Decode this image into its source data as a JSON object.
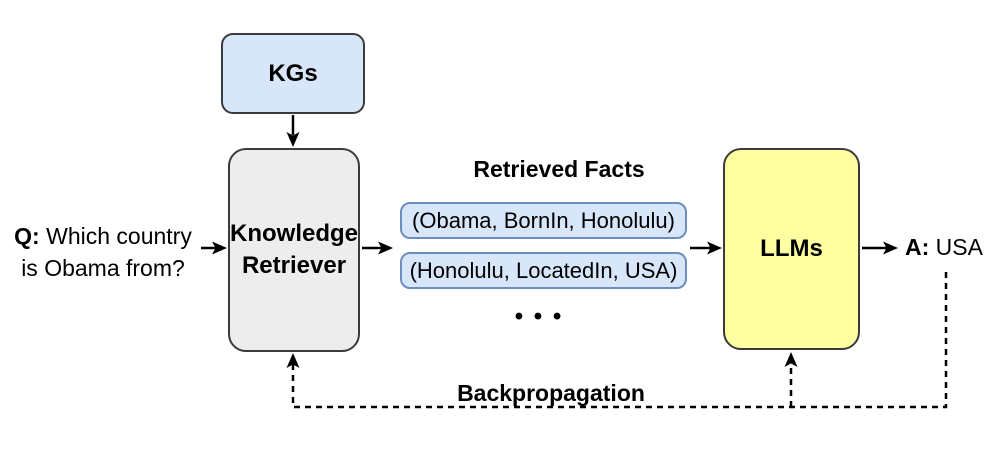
{
  "figure": {
    "question": {
      "prefix": "Q:",
      "line1_rest": "Which country",
      "line2": "is Obama from?"
    },
    "nodes": {
      "kgs": {
        "label": "KGs"
      },
      "retriever": {
        "line1": "Knowledge",
        "line2": "Retriever"
      },
      "llms": {
        "label": "LLMs"
      }
    },
    "facts": {
      "title": "Retrieved Facts",
      "items": [
        "(Obama, BornIn, Honolulu)",
        "(Honolulu, LocatedIn, USA)"
      ],
      "ellipsis": "• • •"
    },
    "answer": {
      "prefix": "A:",
      "text": "USA"
    },
    "backprop": {
      "label": "Backpropagation"
    },
    "colors": {
      "kg_blue_fill": "#d8e6fa",
      "fact_blue_border": "#6c8ebf",
      "retriever_gray_fill": "#ededed",
      "llm_yellow_fill": "#feffa0",
      "node_border_dark": "#3b3b3b",
      "connector_black": "#000000"
    }
  }
}
